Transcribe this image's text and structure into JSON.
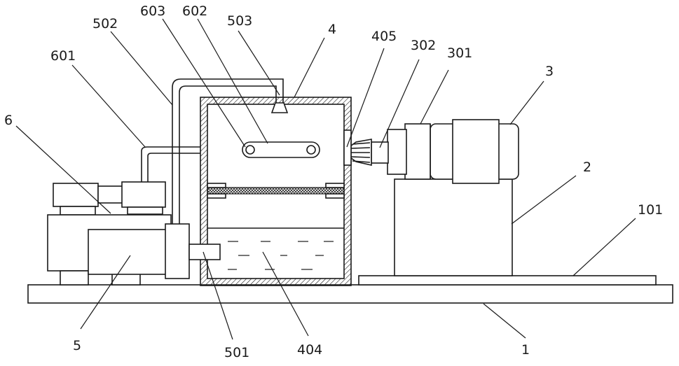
{
  "diagram": {
    "labels": {
      "l1": "1",
      "l101": "101",
      "l2": "2",
      "l3": "3",
      "l301": "301",
      "l302": "302",
      "l4": "4",
      "l404": "404",
      "l405": "405",
      "l5": "5",
      "l501": "501",
      "l502": "502",
      "l503": "503",
      "l6": "6",
      "l601": "601",
      "l602": "602",
      "l603": "603"
    }
  }
}
